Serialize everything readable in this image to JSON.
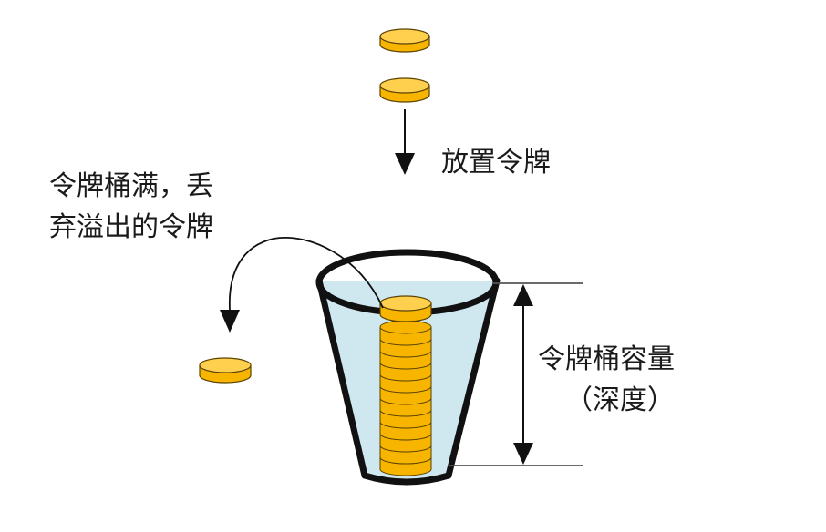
{
  "labels": {
    "place_token": "放置令牌",
    "overflow_line1": "令牌桶满，丢",
    "overflow_line2": "弃溢出的令牌",
    "capacity_line1": "令牌桶容量",
    "capacity_line2": "（深度）"
  },
  "colors": {
    "token_fill": "#f7b500",
    "token_top": "#ffd04d",
    "token_stroke": "#5a4300",
    "bucket_water": "#cfe7ef",
    "bucket_stroke": "#111111",
    "arrow": "#111111"
  },
  "icons": {
    "falling_token": "token-coin-icon",
    "discarded_token": "token-coin-icon",
    "bucket": "bucket-icon"
  },
  "stack": {
    "token_count": 12
  }
}
